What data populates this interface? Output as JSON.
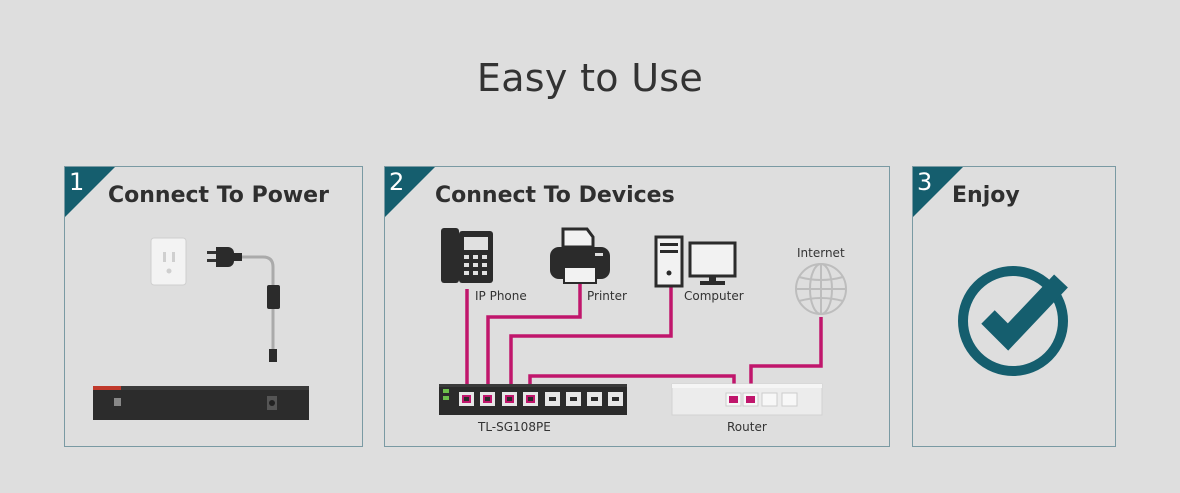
{
  "page_title": "Easy to Use",
  "steps": [
    {
      "number": "1",
      "title": "Connect To Power"
    },
    {
      "number": "2",
      "title": "Connect To Devices"
    },
    {
      "number": "3",
      "title": "Enjoy"
    }
  ],
  "devices": {
    "ip_phone": "IP Phone",
    "printer": "Printer",
    "computer": "Computer",
    "internet": "Internet",
    "switch": "TL-SG108PE",
    "router": "Router"
  },
  "colors": {
    "accent": "#155e6e",
    "cable": "#c0166c",
    "background": "#dedede",
    "border": "#7a9aa3"
  },
  "icons": [
    "power-outlet-icon",
    "power-plug-icon",
    "ip-phone-icon",
    "printer-icon",
    "computer-icon",
    "globe-icon",
    "checkmark-circle-icon"
  ]
}
